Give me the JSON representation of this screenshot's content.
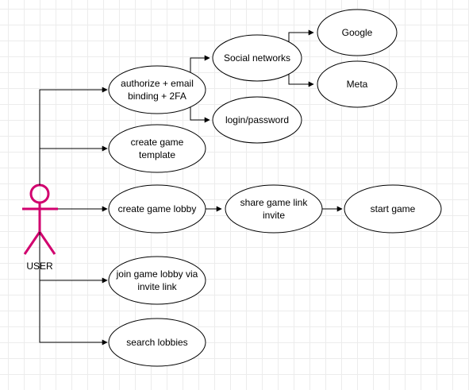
{
  "diagram": {
    "actor": {
      "label": "USER",
      "color": "#d1006e"
    },
    "nodes": {
      "authorize": "authorize + email binding + 2FA",
      "social": "Social networks",
      "google": "Google",
      "meta": "Meta",
      "login": "login/password",
      "create_template": "create game template",
      "create_lobby": "create game lobby",
      "share_link": "share game link invite",
      "start_game": "start game",
      "join_lobby": "join game lobby via invite link",
      "search_lobbies": "search lobbies"
    },
    "colors": {
      "line": "#000000",
      "node_fill": "#ffffff",
      "grid": "#ececec"
    }
  }
}
